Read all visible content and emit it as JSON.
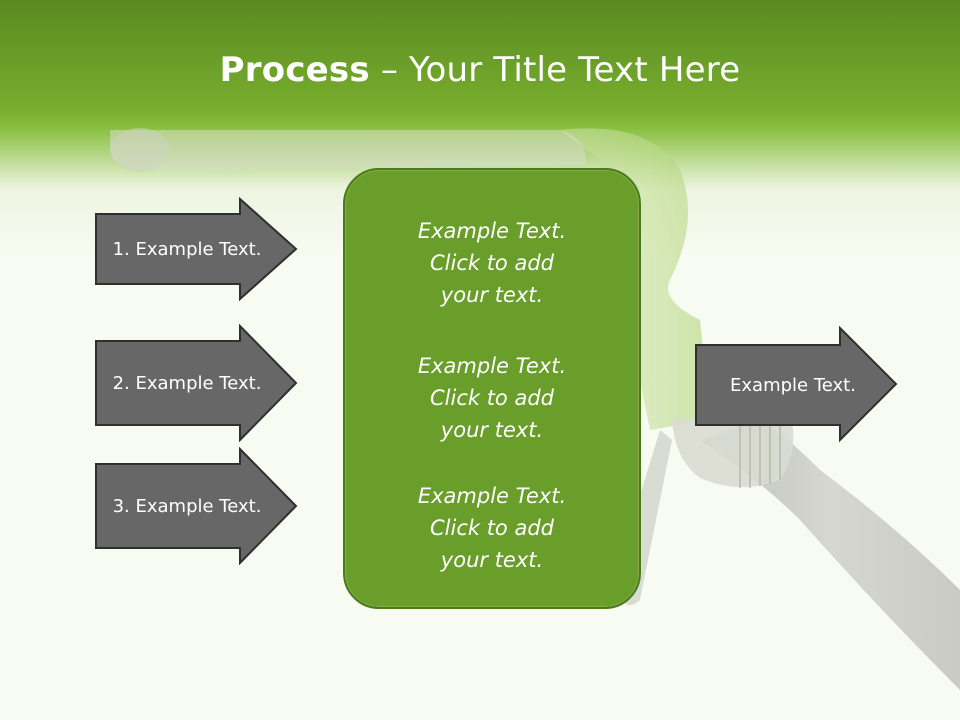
{
  "slide": {
    "title_bold": "Process",
    "title_dash": "–",
    "title_rest": "Your Title Text Here"
  },
  "left_arrows": [
    {
      "label": "1. Example Text."
    },
    {
      "label": "2. Example Text."
    },
    {
      "label": "3. Example Text."
    }
  ],
  "right_arrow": {
    "label": "Example Text."
  },
  "center_box": {
    "blocks": [
      {
        "line1": "Example Text.",
        "line2": "Click  to add",
        "line3": "your text."
      },
      {
        "line1": "Example Text.",
        "line2": "Click  to add",
        "line3": "your text."
      },
      {
        "line1": "Example Text.",
        "line2": "Click  to add",
        "line3": "your text."
      }
    ]
  },
  "colors": {
    "header_green": "#77ae2e",
    "box_green": "#6a9e2b",
    "arrow_gray": "#676767",
    "arrow_border": "#2f2f2f"
  }
}
